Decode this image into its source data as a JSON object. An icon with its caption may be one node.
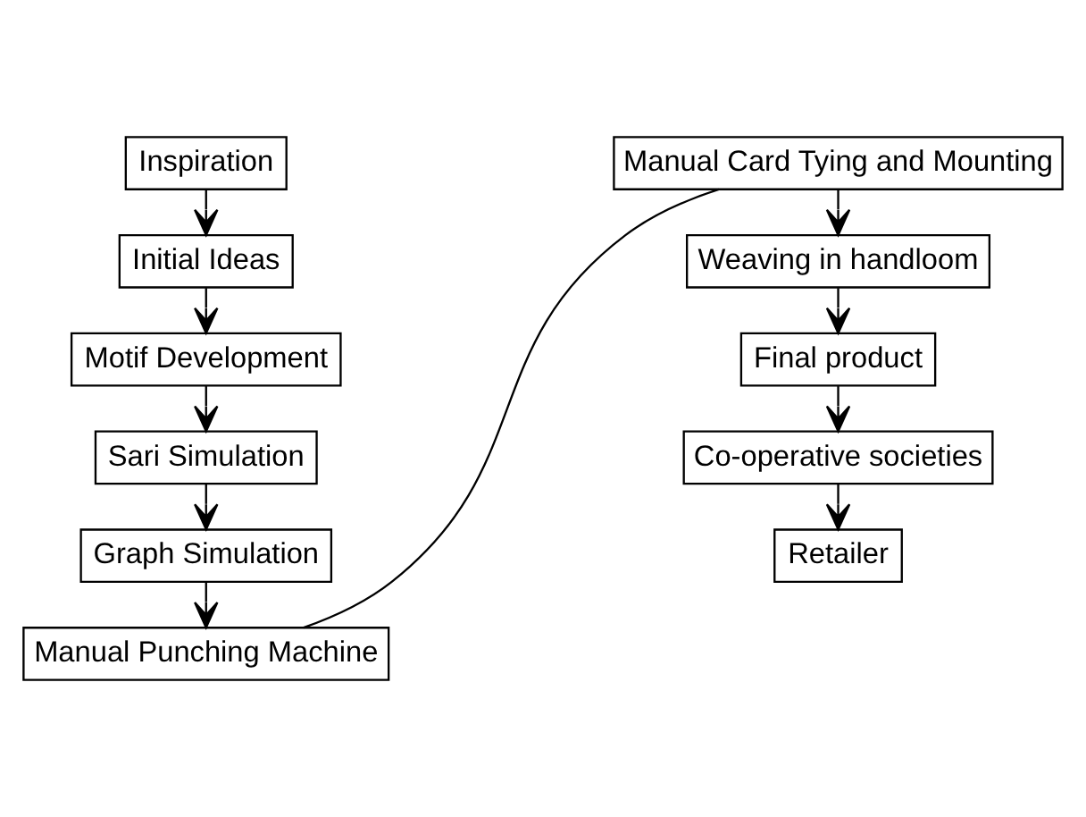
{
  "diagram": {
    "nodes": [
      {
        "text": [
          "Inspiration"
        ]
      },
      {
        "text": [
          "Initial Ideas"
        ]
      },
      {
        "text": [
          "Motif Development"
        ]
      },
      {
        "text": [
          "Sari Simulation"
        ]
      },
      {
        "text": [
          "Graph Simulation"
        ]
      },
      {
        "text": [
          "Manual Punching Machine"
        ]
      },
      {
        "text": [
          "Manual Card Tying and Mounting"
        ]
      },
      {
        "text": [
          "Weaving in handloom"
        ]
      },
      {
        "text": [
          "Final product"
        ]
      },
      {
        "text": [
          "Co-operative societies"
        ]
      },
      {
        "text": [
          "Retailer"
        ]
      }
    ],
    "edges": [
      {
        "from": 0,
        "to": 1,
        "arrow": "to"
      },
      {
        "from": 1,
        "to": 2,
        "arrow": "to"
      },
      {
        "from": 2,
        "to": 3,
        "arrow": "to"
      },
      {
        "from": 3,
        "to": 4,
        "arrow": "to"
      },
      {
        "from": 4,
        "to": 5,
        "arrow": "to"
      },
      {
        "from": 5,
        "to": 6,
        "arrow": "none"
      },
      {
        "from": 6,
        "to": 7,
        "arrow": "to"
      },
      {
        "from": 7,
        "to": 8,
        "arrow": "to"
      },
      {
        "from": 8,
        "to": 9,
        "arrow": "to"
      },
      {
        "from": 9,
        "to": 10,
        "arrow": "to"
      }
    ]
  }
}
